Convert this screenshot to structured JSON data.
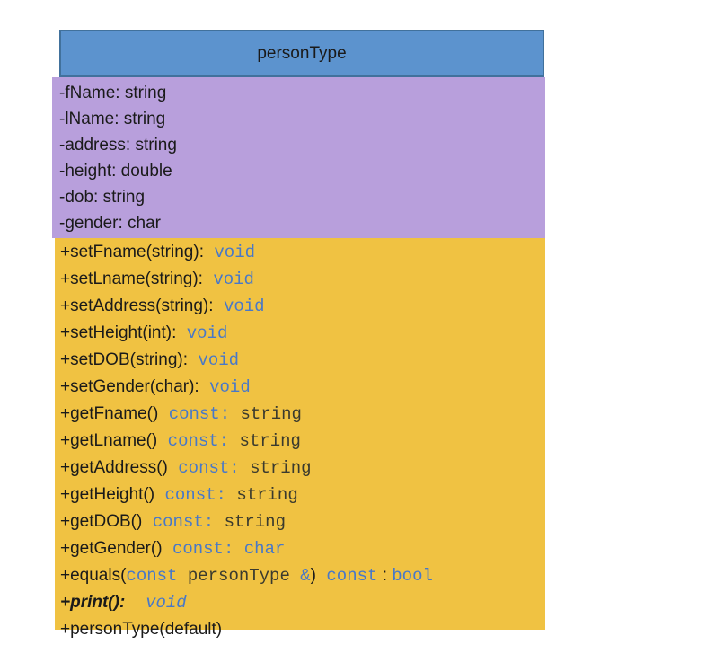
{
  "class_box": {
    "title": "personType",
    "colors": {
      "header_bg": "#5C93CE",
      "header_border": "#41719C",
      "attributes_bg": "#B89FDC",
      "methods_bg": "#F0C242",
      "plain_text": "#1a1a1a",
      "keyword_text": "#4878C8",
      "type_text": "#3A3A2E"
    },
    "attributes": [
      "-fName: string",
      "-lName: string",
      "-address: string",
      "-height: double",
      "-dob: string",
      "-gender: char"
    ],
    "methods": [
      {
        "segments": [
          {
            "text": "+setFname(string):",
            "style": "p"
          },
          {
            "text": " void",
            "style": "k"
          }
        ]
      },
      {
        "segments": [
          {
            "text": "+setLname(string):",
            "style": "p"
          },
          {
            "text": " void",
            "style": "k"
          }
        ]
      },
      {
        "segments": [
          {
            "text": "+setAddress(string):",
            "style": "p"
          },
          {
            "text": " void",
            "style": "k"
          }
        ]
      },
      {
        "segments": [
          {
            "text": "+setHeight(int):",
            "style": "p"
          },
          {
            "text": " void",
            "style": "k"
          }
        ]
      },
      {
        "segments": [
          {
            "text": "+setDOB(string):",
            "style": "p"
          },
          {
            "text": " void",
            "style": "k"
          }
        ]
      },
      {
        "segments": [
          {
            "text": "+setGender(char):",
            "style": "p"
          },
          {
            "text": " void",
            "style": "k"
          }
        ]
      },
      {
        "segments": [
          {
            "text": "+getFname()",
            "style": "p"
          },
          {
            "text": " const: ",
            "style": "k"
          },
          {
            "text": "string",
            "style": "t"
          }
        ]
      },
      {
        "segments": [
          {
            "text": "+getLname()",
            "style": "p"
          },
          {
            "text": " const: ",
            "style": "k"
          },
          {
            "text": "string",
            "style": "t"
          }
        ]
      },
      {
        "segments": [
          {
            "text": "+getAddress()",
            "style": "p"
          },
          {
            "text": " const: ",
            "style": "k"
          },
          {
            "text": "string",
            "style": "t"
          }
        ]
      },
      {
        "segments": [
          {
            "text": "+getHeight()",
            "style": "p"
          },
          {
            "text": " const: ",
            "style": "k"
          },
          {
            "text": "string",
            "style": "t"
          }
        ]
      },
      {
        "segments": [
          {
            "text": "+getDOB()",
            "style": "p"
          },
          {
            "text": " const: ",
            "style": "k"
          },
          {
            "text": "string",
            "style": "t"
          }
        ]
      },
      {
        "segments": [
          {
            "text": "+getGender()",
            "style": "p"
          },
          {
            "text": " const: char",
            "style": "k"
          }
        ]
      },
      {
        "segments": [
          {
            "text": "+equals(",
            "style": "p"
          },
          {
            "text": "const",
            "style": "k"
          },
          {
            "text": " personType ",
            "style": "t"
          },
          {
            "text": "&",
            "style": "k"
          },
          {
            "text": ")",
            "style": "p"
          },
          {
            "text": " const",
            "style": "k"
          },
          {
            "text": " : ",
            "style": "p"
          },
          {
            "text": "bool",
            "style": "k"
          }
        ]
      },
      {
        "segments": [
          {
            "text": "+print():",
            "style": "pi"
          },
          {
            "text": "  void",
            "style": "ki"
          }
        ]
      },
      {
        "segments": [
          {
            "text": "+personType(default)",
            "style": "p"
          }
        ]
      }
    ]
  }
}
